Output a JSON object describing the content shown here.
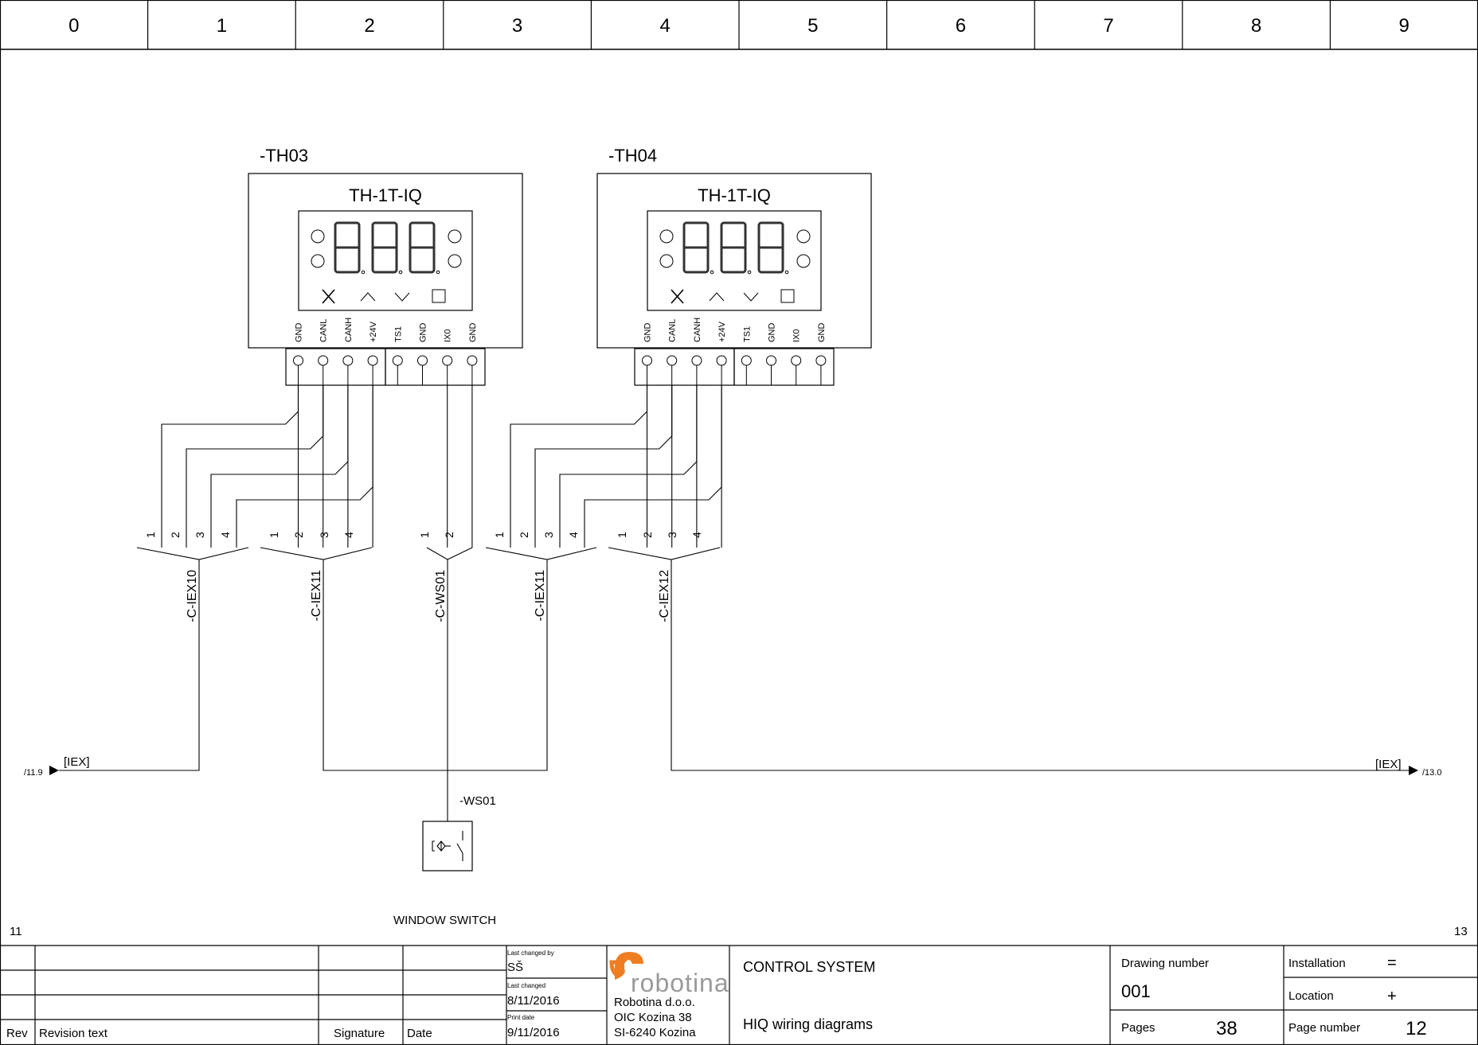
{
  "grid": {
    "columns": [
      "0",
      "1",
      "2",
      "3",
      "4",
      "5",
      "6",
      "7",
      "8",
      "9"
    ],
    "row_left": "11",
    "row_right": "13"
  },
  "devices": [
    {
      "tag": "-TH03",
      "model": "TH-1T-IQ",
      "terminals": [
        "GND",
        "CANL",
        "CANH",
        "+24V",
        "TS1",
        "GND",
        "IX0",
        "GND"
      ]
    },
    {
      "tag": "-TH04",
      "model": "TH-1T-IQ",
      "terminals": [
        "GND",
        "CANL",
        "CANH",
        "+24V",
        "TS1",
        "GND",
        "IX0",
        "GND"
      ]
    }
  ],
  "display": {
    "buttons": [
      "tools-icon",
      "chevron-up-icon",
      "chevron-down-icon",
      "square-icon"
    ]
  },
  "connectors": [
    {
      "tag": "-C-IEX10",
      "pins": [
        "1",
        "2",
        "3",
        "4"
      ]
    },
    {
      "tag": "-C-IEX11",
      "pins": [
        "1",
        "2",
        "3",
        "4"
      ]
    },
    {
      "tag": "-C-WS01",
      "pins": [
        "1",
        "2"
      ]
    },
    {
      "tag": "-C-IEX11",
      "pins": [
        "1",
        "2",
        "3",
        "4"
      ]
    },
    {
      "tag": "-C-IEX12",
      "pins": [
        "1",
        "2",
        "3",
        "4"
      ]
    }
  ],
  "bus": {
    "left_label": "[IEX]",
    "left_ref": "/11.9",
    "right_label": "[IEX]",
    "right_ref": "/13.0"
  },
  "window_switch": {
    "tag": "-WS01",
    "caption": "WINDOW SWITCH"
  },
  "title_block": {
    "rev_header": "Rev",
    "revision_text_header": "Revision text",
    "signature_header": "Signature",
    "date_header": "Date",
    "last_changed_by_label": "Last changed by",
    "last_changed_by": "SŠ",
    "last_changed_label": "Last changed",
    "last_changed": "8/11/2016",
    "print_date_label": "Print date",
    "print_date": "9/11/2016",
    "company_logo_text": "robotina",
    "company_name": "Robotina d.o.o.",
    "company_address1": "OIC Kozina 38",
    "company_address2": "SI-6240 Kozina",
    "project_title": "CONTROL SYSTEM",
    "drawing_title": "HIQ wiring diagrams",
    "drawing_number_label": "Drawing number",
    "drawing_number": "001",
    "pages_label": "Pages",
    "pages": "38",
    "installation_label": "Installation",
    "installation": "=",
    "location_label": "Location",
    "location": "+",
    "page_number_label": "Page number",
    "page_number": "12"
  },
  "colors": {
    "line": "#000000",
    "logo_orange": "#ef7d22",
    "logo_gray": "#9a9a9a"
  }
}
